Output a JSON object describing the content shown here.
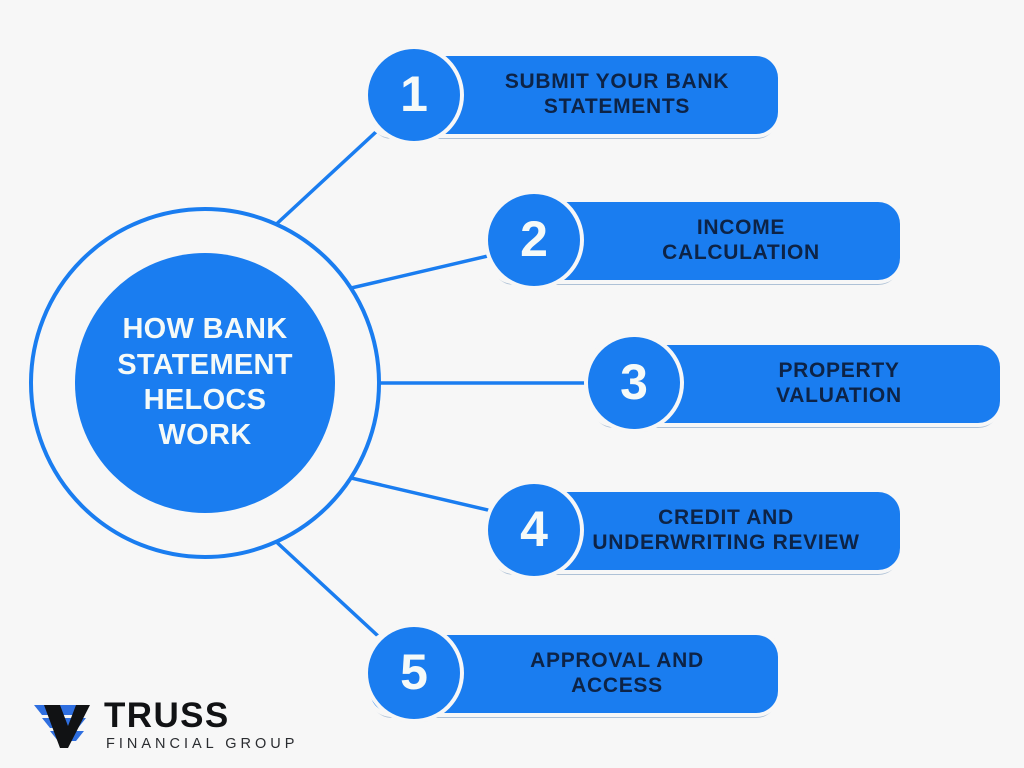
{
  "canvas": {
    "background_color": "#f7f7f7",
    "accent_color": "#1a7df0",
    "text_dark_color": "#0d2346",
    "text_light_color": "#f5faf8"
  },
  "hub": {
    "title": "HOW BANK\nSTATEMENT\nHELOCS\nWORK"
  },
  "steps": [
    {
      "number": "1",
      "label": "SUBMIT YOUR BANK\nSTATEMENTS"
    },
    {
      "number": "2",
      "label": "INCOME\nCALCULATION"
    },
    {
      "number": "3",
      "label": "PROPERTY\nVALUATION"
    },
    {
      "number": "4",
      "label": "CREDIT AND\nUNDERWRITING REVIEW"
    },
    {
      "number": "5",
      "label": "APPROVAL AND\nACCESS"
    }
  ],
  "logo": {
    "mark_icon": "truss-chevron-icon",
    "name": "TRUSS",
    "tagline": "FINANCIAL GROUP",
    "mark_blue": "#2f6fe0",
    "mark_dark": "#111214"
  }
}
